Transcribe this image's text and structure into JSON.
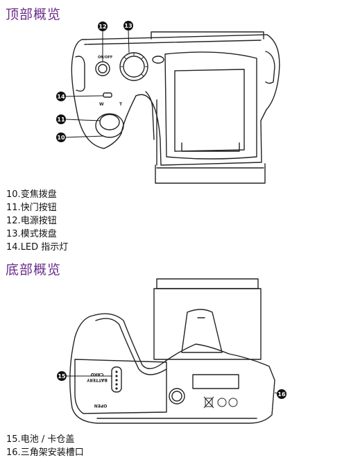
{
  "sections": {
    "top": {
      "title": "顶部概览",
      "items": [
        {
          "number": "10.",
          "label": "变焦拨盘"
        },
        {
          "number": "11.",
          "label": "快门按钮"
        },
        {
          "number": "12.",
          "label": "电源按钮"
        },
        {
          "number": "13.",
          "label": "模式拨盘"
        },
        {
          "number": "14.",
          "label": "LED 指示灯"
        }
      ]
    },
    "bottom": {
      "title": "底部概览",
      "items": [
        {
          "number": "15.",
          "label": "电池 / 卡仓盖"
        },
        {
          "number": "16.",
          "label": "三角架安装槽口"
        }
      ]
    }
  },
  "figure_top": {
    "callouts": [
      "12",
      "13",
      "14",
      "11",
      "10"
    ],
    "power_label": "ON/OFF",
    "zoom_w_label": "W",
    "zoom_t_label": "T"
  },
  "figure_bottom": {
    "callouts": [
      "15",
      "16"
    ],
    "door_text_1": "BATTERY",
    "door_text_2": "CARD",
    "open_label": "OPEN"
  }
}
